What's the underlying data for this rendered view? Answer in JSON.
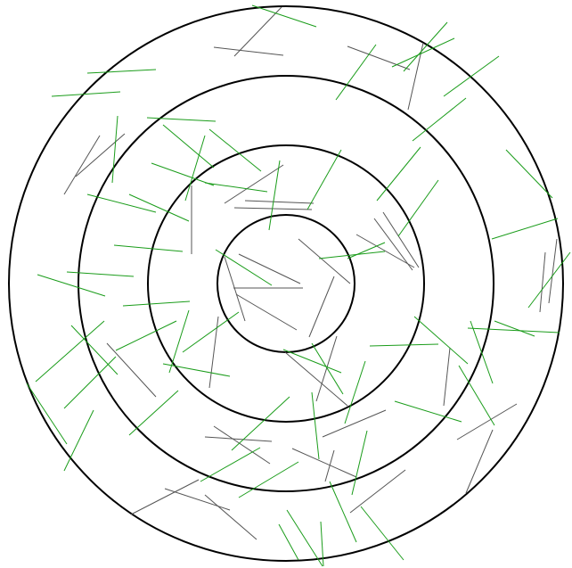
{
  "colors": {
    "background": "#ffffff",
    "ring_stroke": "#000000",
    "needle_green": "#1a9c1a",
    "needle_gray": "#555555"
  },
  "diagram": {
    "rings": [
      {
        "name": "ring-1-innermost"
      },
      {
        "name": "ring-2"
      },
      {
        "name": "ring-3"
      },
      {
        "name": "ring-4-outermost"
      }
    ],
    "needle_counts": {
      "green": 52,
      "gray": 38
    }
  }
}
